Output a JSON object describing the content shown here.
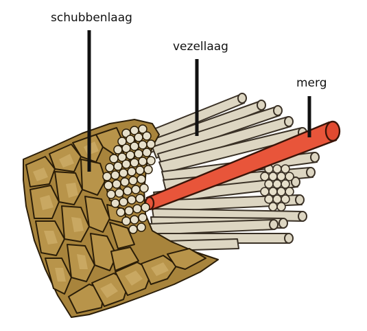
{
  "labels": {
    "cuticle": "schubbenlaag",
    "cortex": "vezellaag",
    "medulla": "merg"
  },
  "colors": {
    "cuticle_fill": "#a8843c",
    "cuticle_light": "#c9a862",
    "cuticle_outline": "#2a1d08",
    "fiber_fill": "#ddd6c2",
    "fiber_shade": "#b9ae93",
    "fiber_outline": "#3a3126",
    "medulla_fill": "#e8553a",
    "medulla_outline": "#3a1408",
    "leader_line": "#111111"
  }
}
